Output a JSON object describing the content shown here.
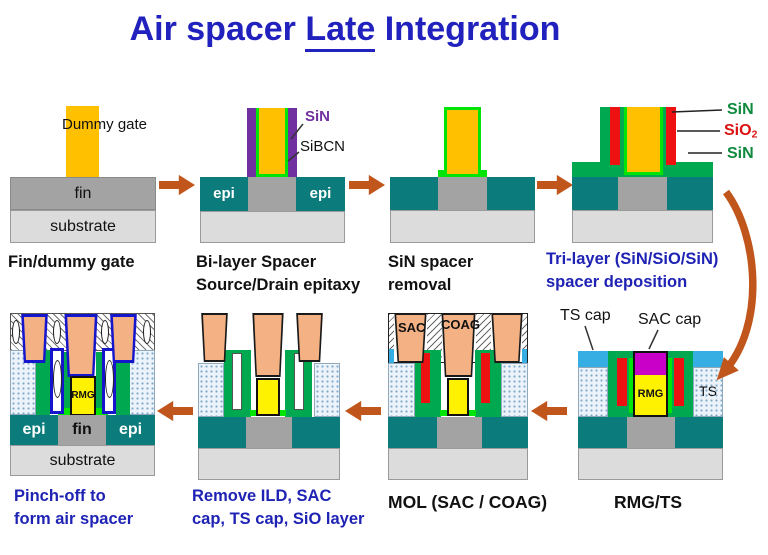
{
  "title": {
    "prefix": "Air spacer ",
    "emphasis": "Late",
    "suffix": " Integration"
  },
  "colors": {
    "title_blue": "#2121BE",
    "caption_blue": "#1F23B4",
    "arrow_orange": "#C0561B",
    "dummy_gate_yellow": "#FFC000",
    "rmg_yellow": "#FFF200",
    "epi_teal": "#0B7B7B",
    "fin_gray": "#A3A3A3",
    "substrate_gray": "#DCDCDC",
    "sin_purple": "#7030A0",
    "sibcn_bright_green": "#00E408",
    "sin_green": "#00A94F",
    "sio2_red": "#EE1111",
    "sac_cap_magenta": "#C800C8",
    "ts_cap_cyan": "#36AEE4",
    "contact_salmon": "#F4B183",
    "air_liner_blue": "#1515CC"
  },
  "steps": {
    "step1": {
      "caption": "Fin/dummy gate",
      "dummy_gate_label": "Dummy gate",
      "fin_label": "fin",
      "substrate_label": "substrate"
    },
    "step2": {
      "caption1": "Bi-layer Spacer",
      "caption2": "Source/Drain epitaxy",
      "sin_label": "SiN",
      "sibcn_label": "SiBCN",
      "epi_left_label": "epi",
      "epi_right_label": "epi"
    },
    "step3": {
      "caption1": "SiN spacer",
      "caption2": "removal"
    },
    "step4": {
      "caption1": "Tri-layer (SiN/SiO/SiN)",
      "caption2": "spacer deposition",
      "sin_top_label": "SiN",
      "sio2_label": "SiO",
      "sio2_subscript": "2",
      "sin_bottom_label": "SiN"
    },
    "step5": {
      "caption": "RMG/TS",
      "ts_cap_label": "TS cap",
      "sac_cap_label": "SAC cap",
      "ts_label": "TS",
      "rmg_label": "RMG"
    },
    "step6": {
      "caption": "MOL (SAC / COAG)",
      "sac_label": "SAC",
      "coag_label": "COAG"
    },
    "step7": {
      "caption1": "Remove ILD, SAC",
      "caption2": "cap, TS cap, SiO layer"
    },
    "step8": {
      "caption1": "Pinch-off to",
      "caption2": "form air spacer",
      "rmg_label": "RMG",
      "epi_left_label": "epi",
      "fin_label": "fin",
      "epi_right_label": "epi",
      "substrate_label": "substrate"
    }
  }
}
